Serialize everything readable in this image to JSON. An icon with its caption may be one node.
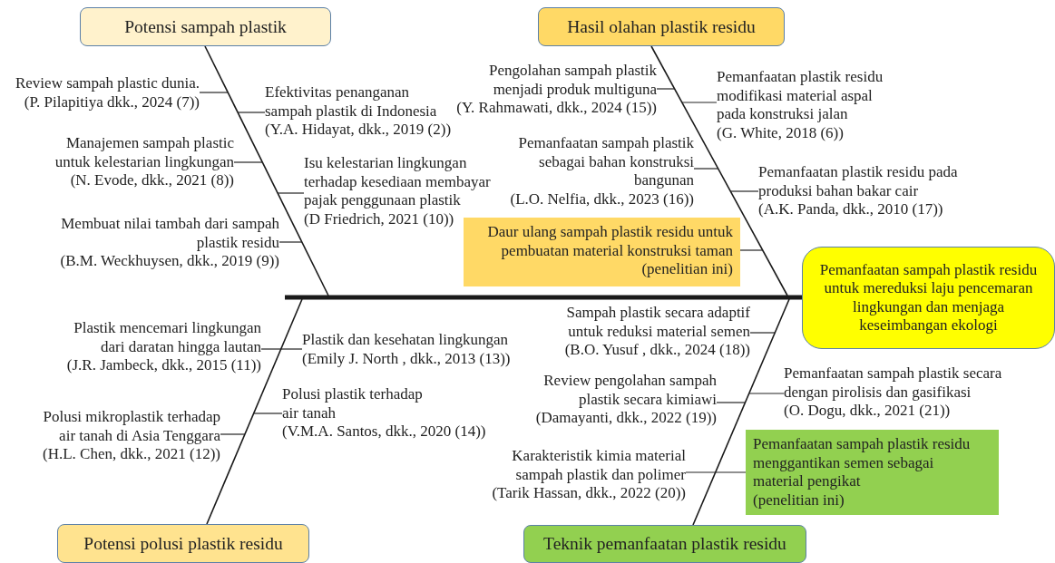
{
  "diagram": {
    "nodes": [
      {
        "text": [
          "Potensi sampah plastik"
        ]
      },
      {
        "text": [
          "Review sampah plastic dunia.",
          "(P. Pilapitiya dkk., 2024 (7))"
        ]
      },
      {
        "text": [
          "Efektivitas penanganan sampah plastik di Indonesia",
          "(Y.A. Hidayat, dkk., 2019 (2))"
        ]
      },
      {
        "text": [
          "Manajemen sampah plastic untuk kelestarian lingkungan",
          "(N. Evode, dkk., 2021 (8))"
        ]
      },
      {
        "text": [
          "Isu kelestarian lingkungan terhadap kesediaan membayar pajak penggunaan plastik",
          "(D Friedrich, 2021 (10))"
        ]
      },
      {
        "text": [
          "Membuat nilai tambah dari sampah plastik residu",
          "(B.M. Weckhuysen, dkk., 2019 (9))"
        ]
      },
      {
        "text": [
          "Hasil olahan plastik residu"
        ]
      },
      {
        "text": [
          "Pengolahan sampah plastik menjadi produk multiguna",
          "(Y. Rahmawati, dkk., 2024 (15))"
        ]
      },
      {
        "text": [
          "Pemanfaatan plastik residu modifikasi material aspal pada konstruksi jalan",
          "(G. White, 2018 (6))"
        ]
      },
      {
        "text": [
          "Pemanfaatan sampah plastik sebagai bahan konstruksi bangunan",
          "(L.O. Nelfia, dkk., 2023 (16))"
        ]
      },
      {
        "text": [
          "Pemanfaatan plastik residu pada produksi bahan bakar cair",
          "(A.K. Panda, dkk., 2010 (17))"
        ]
      },
      {
        "text": [
          "Daur ulang sampah plastik residu untuk pembuatan material konstruksi taman",
          "(penelitian ini)"
        ]
      },
      {
        "text": [
          "Pemanfaatan sampah plastik residu untuk mereduksi laju pencemaran lingkungan dan menjaga keseimbangan ekologi"
        ]
      },
      {
        "text": [
          "Potensi polusi plastik residu"
        ]
      },
      {
        "text": [
          "Plastik mencemari lingkungan dari daratan hingga lautan",
          "(J.R. Jambeck, dkk., 2015 (11))"
        ]
      },
      {
        "text": [
          "Plastik dan kesehatan lingkungan",
          "(Emily J. North , dkk., 2013 (13))"
        ]
      },
      {
        "text": [
          "Polusi plastik terhadap air tanah",
          "(V.M.A. Santos, dkk., 2020 (14))"
        ]
      },
      {
        "text": [
          "Polusi mikroplastik terhadap air tanah di Asia Tenggara",
          "(H.L. Chen, dkk., 2021 (12))"
        ]
      },
      {
        "text": [
          "Teknik pemanfaatan plastik residu"
        ]
      },
      {
        "text": [
          "Sampah plastik secara adaptif untuk reduksi material semen",
          "(B.O. Yusuf , dkk., 2024 (18))"
        ]
      },
      {
        "text": [
          "Pemanfaatan sampah plastik secara dengan pirolisis dan gasifikasi",
          "(O. Dogu, dkk., 2021 (21))"
        ]
      },
      {
        "text": [
          "Review pengolahan sampah plastik secara kimiawi",
          "(Damayanti, dkk., 2022 (19))"
        ]
      },
      {
        "text": [
          "Pemanfaatan sampah plastik residu menggantikan semen sebagai material pengikat",
          "(penelitian ini)"
        ]
      },
      {
        "text": [
          "Karakteristik kimia material sampah plastik dan polimer",
          "(Tarik Hassan, dkk., 2022 (20))"
        ]
      },
      {
        "text": [],
        "shape": "line"
      },
      {
        "text": [],
        "shape": "line"
      },
      {
        "text": [],
        "shape": "line"
      },
      {
        "text": [],
        "shape": "line"
      },
      {
        "text": [],
        "shape": "line"
      }
    ],
    "edges": [
      {
        "from": 1,
        "to": 24,
        "arrow": "none"
      },
      {
        "from": 2,
        "to": 24,
        "arrow": "none"
      },
      {
        "from": 3,
        "to": 24,
        "arrow": "none"
      },
      {
        "from": 4,
        "to": 24,
        "arrow": "none"
      },
      {
        "from": 5,
        "to": 24,
        "arrow": "none"
      },
      {
        "from": 7,
        "to": 25,
        "arrow": "none"
      },
      {
        "from": 8,
        "to": 25,
        "arrow": "none"
      },
      {
        "from": 9,
        "to": 25,
        "arrow": "none"
      },
      {
        "from": 10,
        "to": 25,
        "arrow": "none"
      },
      {
        "from": 11,
        "to": 25,
        "arrow": "none"
      },
      {
        "from": 14,
        "to": 26,
        "arrow": "none"
      },
      {
        "from": 15,
        "to": 26,
        "arrow": "none"
      },
      {
        "from": 16,
        "to": 26,
        "arrow": "none"
      },
      {
        "from": 17,
        "to": 26,
        "arrow": "none"
      },
      {
        "from": 19,
        "to": 27,
        "arrow": "none"
      },
      {
        "from": 20,
        "to": 27,
        "arrow": "none"
      },
      {
        "from": 21,
        "to": 27,
        "arrow": "none"
      },
      {
        "from": 22,
        "to": 27,
        "arrow": "none"
      },
      {
        "from": 23,
        "to": 27,
        "arrow": "none"
      }
    ]
  }
}
